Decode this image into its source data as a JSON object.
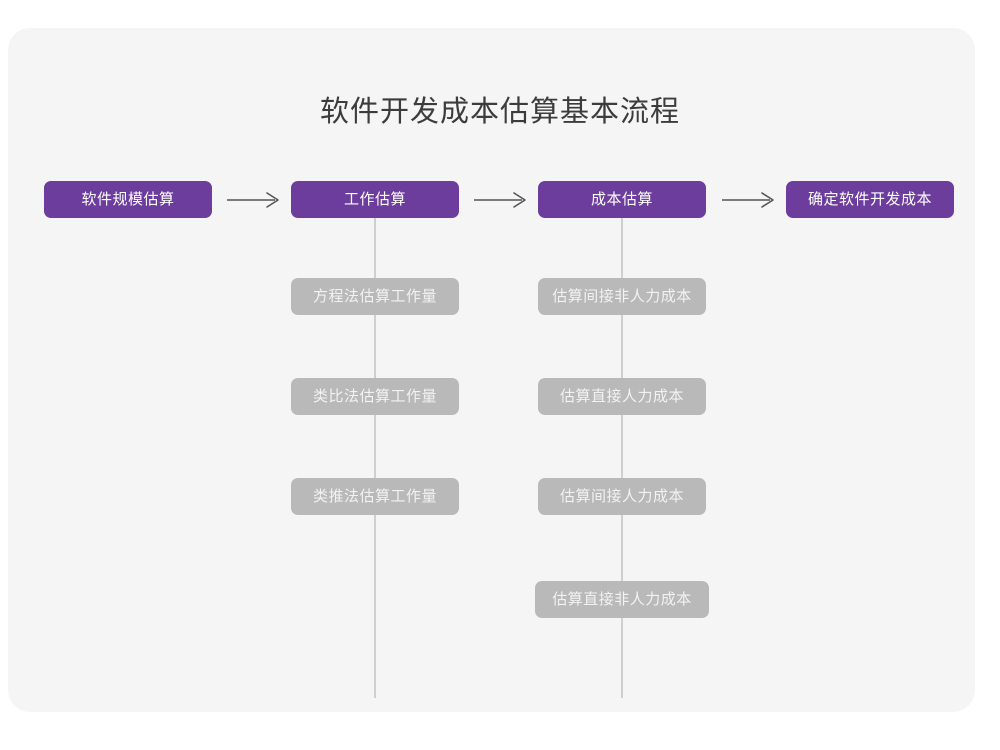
{
  "page": {
    "title": "软件开发成本估算基本流程",
    "background_color": "#ffffff",
    "card_color": "#f5f5f5"
  },
  "theme": {
    "primary_color": "#6d3d9e",
    "secondary_color": "#b9b9b9",
    "connector_color": "#cfcfcf",
    "arrow_color": "#555555",
    "title_color": "#3c3c3c"
  },
  "diagram": {
    "type": "flowchart",
    "main_flow": [
      {
        "id": "step-1",
        "label": "软件规模估算"
      },
      {
        "id": "step-2",
        "label": "工作估算"
      },
      {
        "id": "step-3",
        "label": "成本估算"
      },
      {
        "id": "step-4",
        "label": "确定软件开发成本"
      }
    ],
    "arrows": [
      {
        "id": "arrow-1",
        "from": "step-1",
        "to": "step-2",
        "glyph": "→"
      },
      {
        "id": "arrow-2",
        "from": "step-2",
        "to": "step-3",
        "glyph": "→"
      },
      {
        "id": "arrow-3",
        "from": "step-3",
        "to": "step-4",
        "glyph": "→"
      }
    ],
    "branches": [
      {
        "parent": "step-2",
        "items": [
          {
            "id": "work-1",
            "label": "方程法估算工作量"
          },
          {
            "id": "work-2",
            "label": "类比法估算工作量"
          },
          {
            "id": "work-3",
            "label": "类推法估算工作量"
          }
        ]
      },
      {
        "parent": "step-3",
        "items": [
          {
            "id": "cost-1",
            "label": "估算间接非人力成本"
          },
          {
            "id": "cost-2",
            "label": "估算直接人力成本"
          },
          {
            "id": "cost-3",
            "label": "估算间接人力成本"
          },
          {
            "id": "cost-4",
            "label": "估算直接非人力成本"
          }
        ]
      }
    ]
  }
}
